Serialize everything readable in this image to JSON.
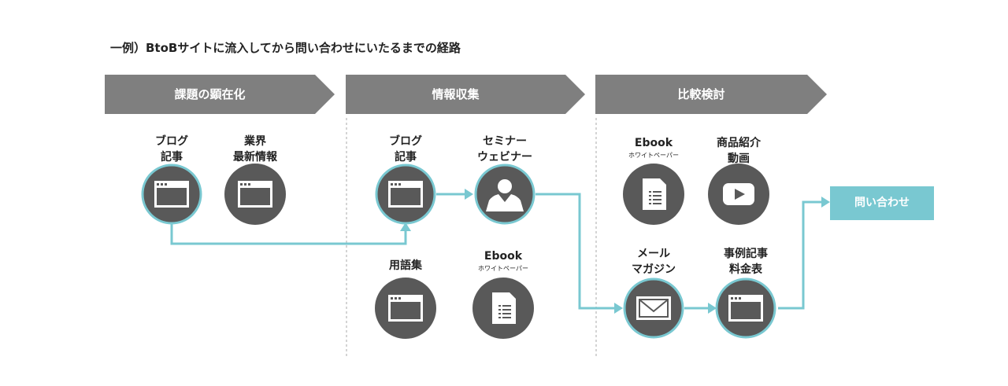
{
  "title": "一例）BtoBサイトに流入してから問い合わせにいたるまでの経路",
  "stages": [
    {
      "label": "課題の顕在化"
    },
    {
      "label": "情報収集"
    },
    {
      "label": "比較検討"
    }
  ],
  "nodes": {
    "blog1": {
      "line1": "ブログ",
      "line2": "記事",
      "icon": "browser-window-icon"
    },
    "news": {
      "line1": "業界",
      "line2": "最新情報",
      "icon": "browser-window-icon"
    },
    "blog2": {
      "line1": "ブログ",
      "line2": "記事",
      "icon": "browser-window-icon"
    },
    "seminar": {
      "line1": "セミナー",
      "line2": "ウェビナー",
      "icon": "person-icon"
    },
    "glossary": {
      "line1": "用語集",
      "icon": "browser-window-icon"
    },
    "ebook1": {
      "line1": "Ebook",
      "sub": "ホワイトペーパー",
      "icon": "document-icon"
    },
    "ebook2": {
      "line1": "Ebook",
      "sub": "ホワイトペーパー",
      "icon": "document-icon"
    },
    "video": {
      "line1": "商品紹介",
      "line2": "動画",
      "icon": "play-video-icon"
    },
    "mail": {
      "line1": "メール",
      "line2": "マガジン",
      "icon": "mail-icon"
    },
    "cases": {
      "line1": "事例記事",
      "line2": "料金表",
      "icon": "browser-window-icon"
    }
  },
  "cta": {
    "label": "問い合わせ"
  },
  "colors": {
    "stage": "#7f7f7f",
    "node": "#595959",
    "accent": "#79c8d1",
    "divider": "#aaaaaa"
  }
}
